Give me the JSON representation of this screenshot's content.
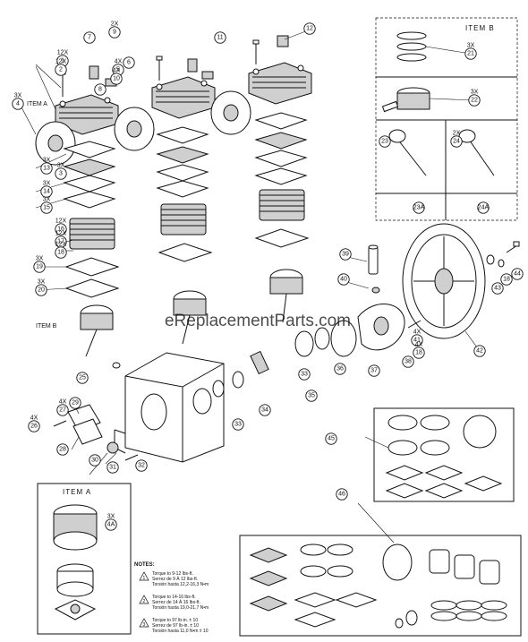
{
  "diagram": {
    "callouts": [
      {
        "id": "c1",
        "label": "1",
        "qty": "12X"
      },
      {
        "id": "c2",
        "label": "2",
        "qty": "12X"
      },
      {
        "id": "c3",
        "label": "3",
        "qty": "3X"
      },
      {
        "id": "c4",
        "label": "4",
        "qty": "3X"
      },
      {
        "id": "c5",
        "label": "5",
        "qty": "4X"
      },
      {
        "id": "c6",
        "label": "6",
        "qty": ""
      },
      {
        "id": "c7",
        "label": "7",
        "qty": ""
      },
      {
        "id": "c8",
        "label": "8",
        "qty": ""
      },
      {
        "id": "c9",
        "label": "9",
        "qty": "2X"
      },
      {
        "id": "c10",
        "label": "10",
        "qty": "4X"
      },
      {
        "id": "c11",
        "label": "11",
        "qty": ""
      },
      {
        "id": "c12",
        "label": "12",
        "qty": ""
      },
      {
        "id": "c13",
        "label": "13",
        "qty": "3X"
      },
      {
        "id": "c14",
        "label": "14",
        "qty": "3X"
      },
      {
        "id": "c15",
        "label": "15",
        "qty": "3X"
      },
      {
        "id": "c16",
        "label": "16",
        "qty": "12X"
      },
      {
        "id": "c17",
        "label": "17",
        "qty": "12X"
      },
      {
        "id": "c18",
        "label": "18",
        "qty": "12X"
      },
      {
        "id": "c19",
        "label": "19",
        "qty": "3X"
      },
      {
        "id": "c20",
        "label": "20",
        "qty": "3X"
      },
      {
        "id": "c21",
        "label": "21",
        "qty": "3X"
      },
      {
        "id": "c22",
        "label": "22",
        "qty": "3X"
      },
      {
        "id": "c23",
        "label": "23",
        "qty": ""
      },
      {
        "id": "c24",
        "label": "24",
        "qty": "2X"
      },
      {
        "id": "c23a",
        "label": "23A",
        "qty": ""
      },
      {
        "id": "c24a",
        "label": "24A",
        "qty": ""
      },
      {
        "id": "c25",
        "label": "25",
        "qty": ""
      },
      {
        "id": "c26",
        "label": "26",
        "qty": "4X"
      },
      {
        "id": "c27",
        "label": "27",
        "qty": "4X"
      },
      {
        "id": "c28",
        "label": "28",
        "qty": ""
      },
      {
        "id": "c29",
        "label": "29",
        "qty": ""
      },
      {
        "id": "c30",
        "label": "30",
        "qty": ""
      },
      {
        "id": "c31",
        "label": "31",
        "qty": ""
      },
      {
        "id": "c32",
        "label": "32",
        "qty": ""
      },
      {
        "id": "c33a",
        "label": "33",
        "qty": ""
      },
      {
        "id": "c33b",
        "label": "33",
        "qty": ""
      },
      {
        "id": "c34",
        "label": "34",
        "qty": ""
      },
      {
        "id": "c35",
        "label": "35",
        "qty": ""
      },
      {
        "id": "c36",
        "label": "36",
        "qty": ""
      },
      {
        "id": "c37",
        "label": "37",
        "qty": ""
      },
      {
        "id": "c38",
        "label": "38",
        "qty": ""
      },
      {
        "id": "c39",
        "label": "39",
        "qty": ""
      },
      {
        "id": "c40",
        "label": "40",
        "qty": ""
      },
      {
        "id": "c41",
        "label": "41",
        "qty": "4X"
      },
      {
        "id": "c42",
        "label": "42",
        "qty": ""
      },
      {
        "id": "c43",
        "label": "43",
        "qty": ""
      },
      {
        "id": "c44",
        "label": "44",
        "qty": ""
      },
      {
        "id": "c18b",
        "label": "18",
        "qty": ""
      },
      {
        "id": "c18c",
        "label": "18",
        "qty": "4X"
      },
      {
        "id": "c45",
        "label": "45",
        "qty": ""
      },
      {
        "id": "c46",
        "label": "46",
        "qty": ""
      },
      {
        "id": "c4a",
        "label": "4A",
        "qty": "3X"
      }
    ],
    "item_a_label": "ITEM A",
    "item_b_label": "ITEM B",
    "item_a_box_title": "ITEM A",
    "item_b_box_title": "ITEM B",
    "notes": {
      "title": "NOTES:",
      "entries": [
        {
          "symbol": "1",
          "lines": [
            "Torque to 9-12 lbs-ft.",
            "Serrez de 9 À 12 lbs-ft.",
            "Torsión hasta 12,2-16,3 N•m"
          ]
        },
        {
          "symbol": "2",
          "lines": [
            "Torque to 14-16 lbs-ft.",
            "Serrez de 14 À 16 lbs-ft.",
            "Torsión hasta 19,0-21,7 N•m"
          ]
        },
        {
          "symbol": "3",
          "lines": [
            "Torque to 97 lb-in. ± 10",
            "Serrez de 97 lb-in. ± 10",
            "Torsión hasta 11,0 N•m ± 10"
          ]
        }
      ]
    },
    "watermark": "eReplacementParts.com"
  }
}
